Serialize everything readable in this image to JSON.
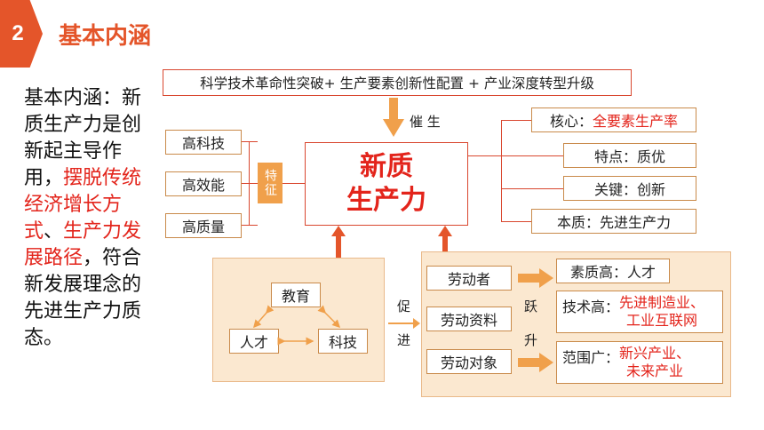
{
  "header": {
    "number": "2",
    "title": "基本内涵"
  },
  "left_text": {
    "segments": [
      {
        "text": "基本内涵：新质生产力是创新起主导作用，",
        "red": false
      },
      {
        "text": "摆脱传统经济增长方式",
        "red": true
      },
      {
        "text": "、",
        "red": false
      },
      {
        "text": "生产力发展路径",
        "red": true
      },
      {
        "text": "，符合新发展理念的先进生产力质态。",
        "red": false
      }
    ]
  },
  "top_box": "科学技术革命性突破+ 生产要素创新性配置 + 产业深度转型升级",
  "catalyze_label": "催 生",
  "center": {
    "line1": "新质",
    "line2": "生产力"
  },
  "left_features": [
    "高科技",
    "高效能",
    "高质量"
  ],
  "feature_tag": "特征",
  "right_items": [
    {
      "label": "核心：",
      "value": "全要素生产率",
      "value_red": true
    },
    {
      "label": "特点：",
      "value": "质优",
      "value_red": false
    },
    {
      "label": "关键：",
      "value": "创新",
      "value_red": false
    },
    {
      "label": "本质：",
      "value": "先进生产力",
      "value_red": false
    }
  ],
  "triangle": {
    "top": "教育",
    "left": "人才",
    "right": "科技"
  },
  "promote_label": [
    "促",
    "进"
  ],
  "labor_items": [
    "劳动者",
    "劳动资料",
    "劳动对象"
  ],
  "leap_label": [
    "跃",
    "升"
  ],
  "results": [
    {
      "label": "素质高：",
      "value": "人才",
      "value_red": false
    },
    {
      "label": "技术高：",
      "value": "先进制造业、\n工业互联网",
      "value_red": true
    },
    {
      "label": "范围广：",
      "value": "新兴产业、\n未来产业",
      "value_red": true
    }
  ],
  "colors": {
    "accent_red": "#e3241b",
    "orange": "#f0a04b",
    "header_red": "#e4552a"
  }
}
